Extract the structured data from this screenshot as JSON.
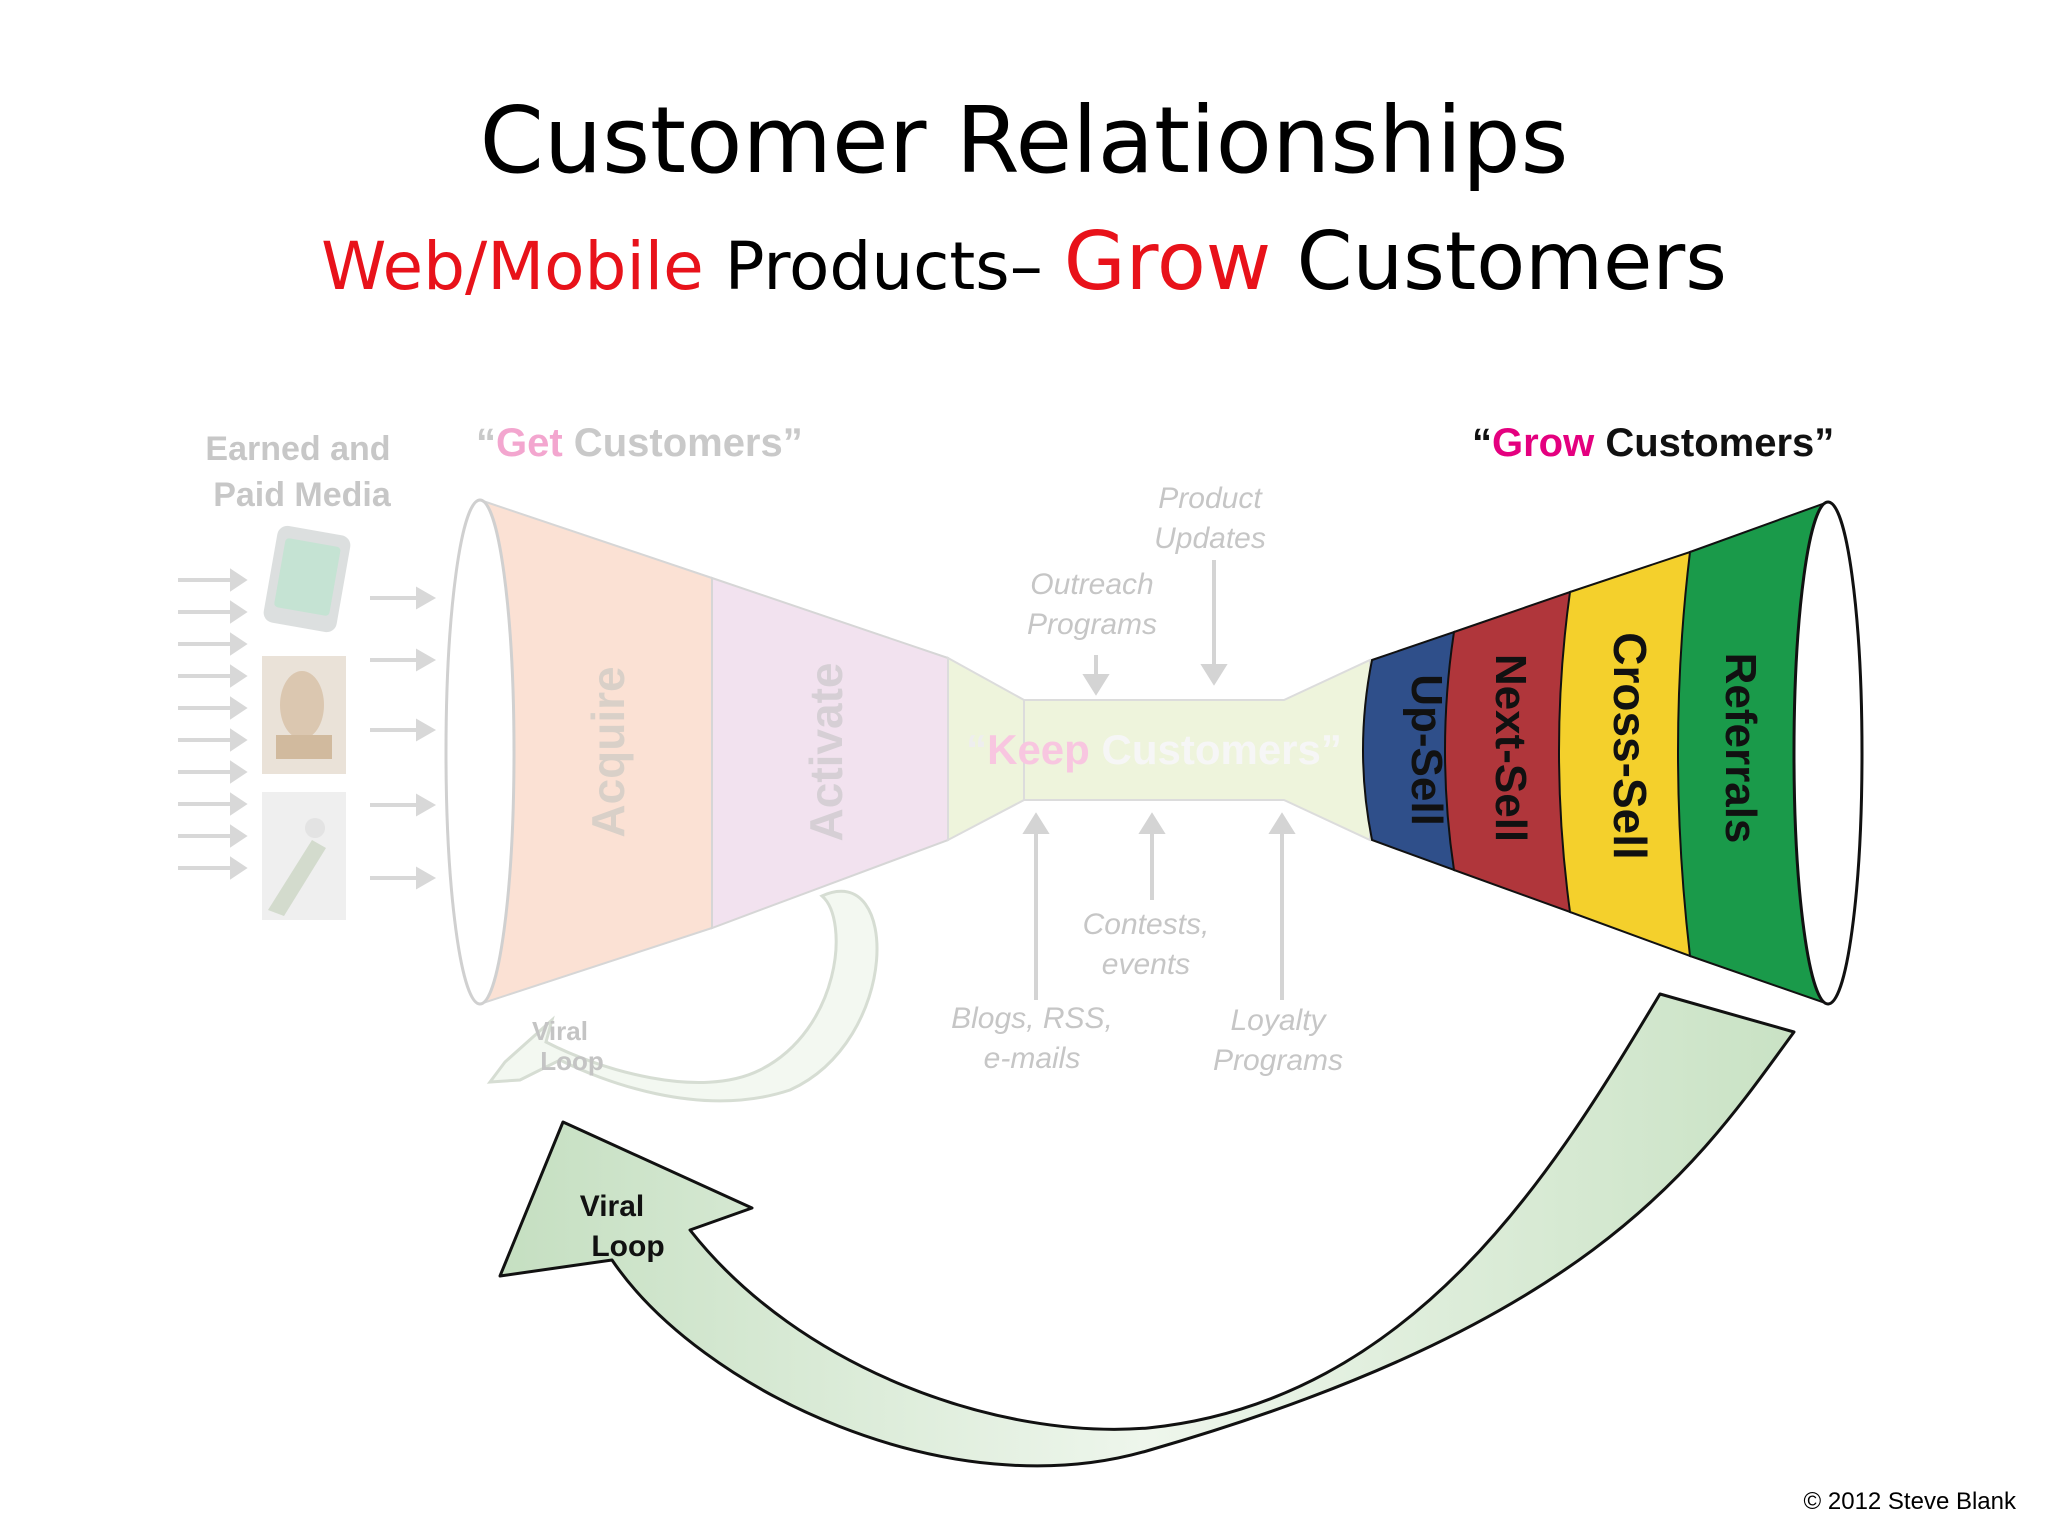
{
  "title": "Customer Relationships",
  "subtitle": {
    "part1": "Web/Mobile",
    "part2": " Products– ",
    "part3": "Grow",
    "part4": " Customers"
  },
  "colors": {
    "red": "#e8121a",
    "magenta": "#e4007f",
    "upsell": "#2f4f8a",
    "nextsell": "#b0363b",
    "crosssell": "#f4d02c",
    "referrals": "#1a9a4a",
    "faded_text": "#c8c8c8",
    "viral_green": "#d2e8cf"
  },
  "diagram": {
    "media_label_line1": "Earned and",
    "media_label_line2": "Paid Media",
    "get_word": "Get",
    "get_rest": " Customers”",
    "get_open_quote": "“",
    "acquire": "Acquire",
    "activate": "Activate",
    "keep_open_quote": "“",
    "keep_word": "Keep",
    "keep_rest": " Customers”",
    "product_updates_1": "Product",
    "product_updates_2": "Updates",
    "outreach_1": "Outreach",
    "outreach_2": "Programs",
    "contests_1": "Contests,",
    "contests_2": "events",
    "blogs_1": "Blogs, RSS,",
    "blogs_2": "e-mails",
    "loyalty_1": "Loyalty",
    "loyalty_2": "Programs",
    "grow_open_quote": "“",
    "grow_word": "Grow",
    "grow_rest": " Customers”",
    "upsell": "Up-Sell",
    "nextsell": "Next-Sell",
    "crosssell": "Cross-Sell",
    "referrals": "Referrals",
    "viral_small_1": "Viral",
    "viral_small_2": "Loop",
    "viral_big_1": "Viral",
    "viral_big_2": "Loop"
  },
  "copyright": "© 2012 Steve Blank"
}
